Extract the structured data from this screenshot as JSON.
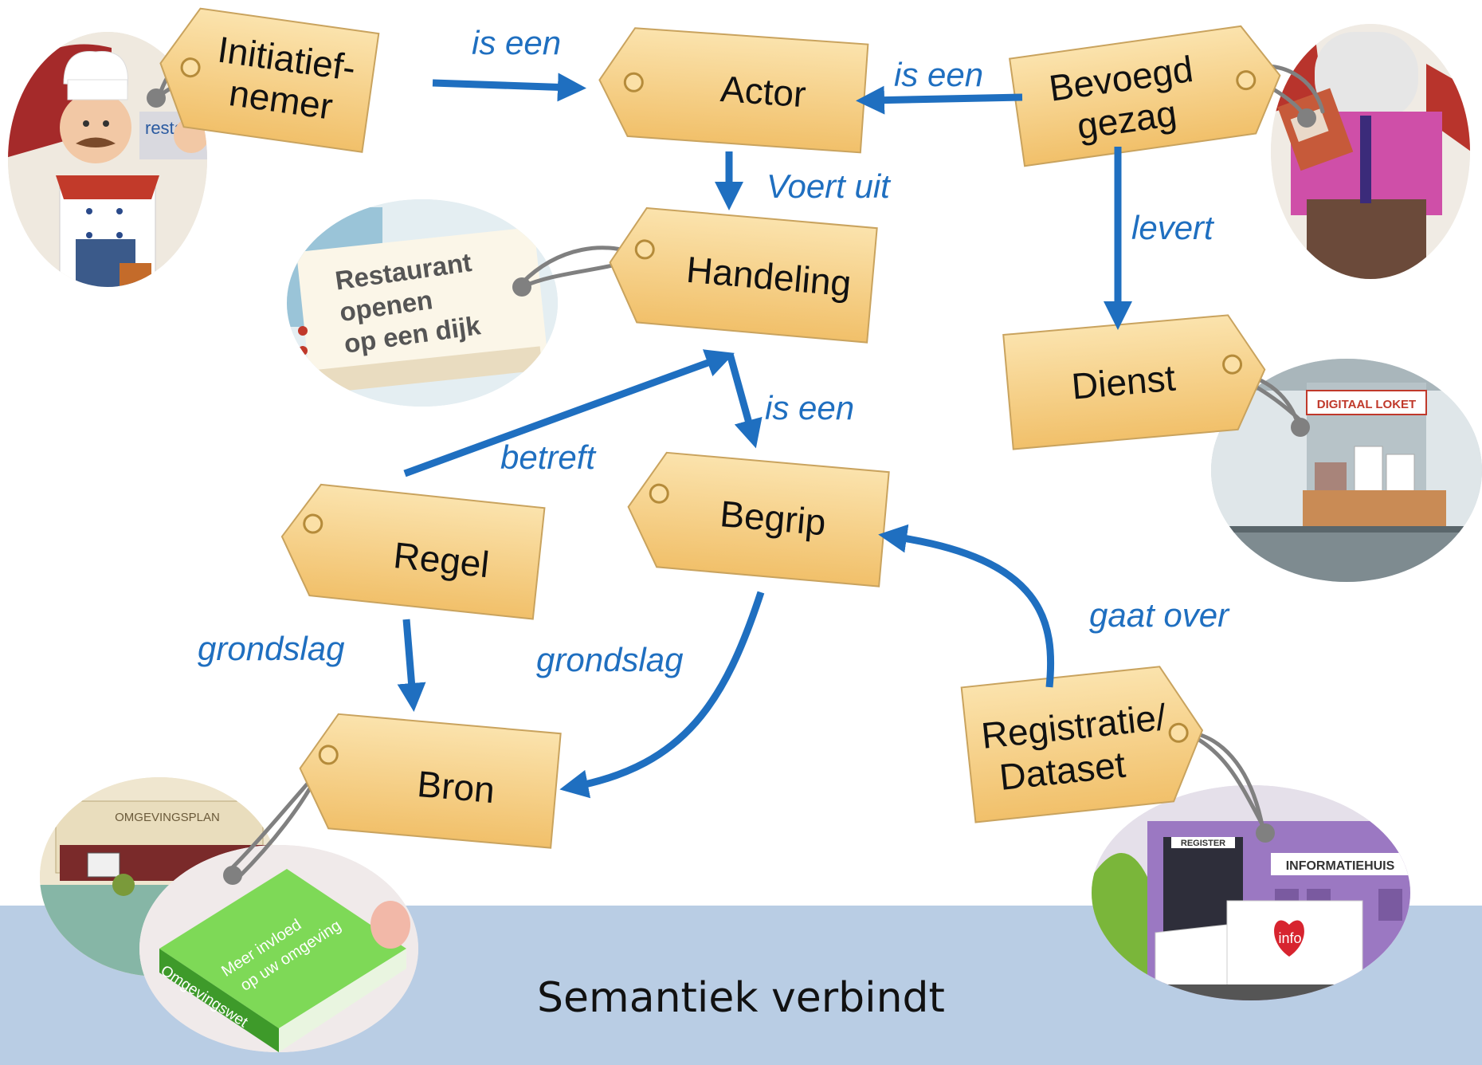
{
  "nodes": {
    "initiatiefnemer": [
      "Initiatief-",
      "nemer"
    ],
    "actor": [
      "Actor"
    ],
    "bevoegd_gezag": [
      "Bevoegd",
      "gezag"
    ],
    "handeling": [
      "Handeling"
    ],
    "dienst": [
      "Dienst"
    ],
    "regel": [
      "Regel"
    ],
    "begrip": [
      "Begrip"
    ],
    "bron": [
      "Bron"
    ],
    "registratie": [
      "Registratie/",
      "Dataset"
    ]
  },
  "relations": {
    "is_een_1": "is een",
    "is_een_2": "is een",
    "voert_uit": "Voert uit",
    "levert": "levert",
    "is_een_3": "is een",
    "betreft": "betreft",
    "grondslag_1": "grondslag",
    "grondslag_2": "grondslag",
    "gaat_over": "gaat over"
  },
  "illustrations": {
    "restaurant_card": [
      "Restaurant",
      "openen",
      "op een dijk"
    ],
    "chef_sign": "restau",
    "digitaal_loket": "DIGITAAL LOKET",
    "omgevingsplan": "OMGEVINGSPLAN",
    "book_cover": [
      "Meer invloed",
      "op uw omgeving"
    ],
    "book_spine": "Omgevingswet",
    "register": "REGISTER",
    "informatiehuis": "INFORMATIEHUIS",
    "info": "info"
  },
  "footer": {
    "title": "Semantiek verbindt"
  },
  "colors": {
    "tag_fill": "#f6cf85",
    "arrow": "#1f6fc0",
    "band": "#b9cde4"
  }
}
